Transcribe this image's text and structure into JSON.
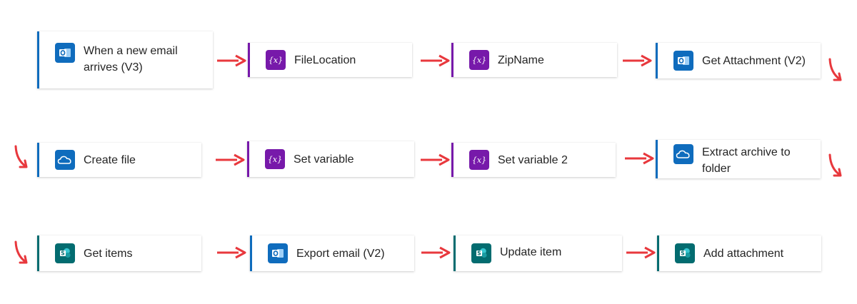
{
  "flow": {
    "rows": [
      [
        {
          "label": "When a new email arrives (V3)",
          "connector": "outlook",
          "icon": "outlook-icon"
        },
        {
          "label": "FileLocation",
          "connector": "variable",
          "icon": "variable-icon"
        },
        {
          "label": "ZipName",
          "connector": "variable",
          "icon": "variable-icon"
        },
        {
          "label": "Get Attachment (V2)",
          "connector": "outlook",
          "icon": "outlook-icon"
        }
      ],
      [
        {
          "label": "Create file",
          "connector": "onedrive",
          "icon": "onedrive-icon"
        },
        {
          "label": "Set variable",
          "connector": "variable",
          "icon": "variable-icon"
        },
        {
          "label": "Set variable 2",
          "connector": "variable",
          "icon": "variable-icon"
        },
        {
          "label": "Extract archive to folder",
          "connector": "onedrive",
          "icon": "onedrive-icon"
        }
      ],
      [
        {
          "label": "Get items",
          "connector": "sharepoint",
          "icon": "sharepoint-icon"
        },
        {
          "label": "Export email (V2)",
          "connector": "outlook",
          "icon": "outlook-icon"
        },
        {
          "label": "Update item",
          "connector": "sharepoint",
          "icon": "sharepoint-icon"
        },
        {
          "label": "Add attachment",
          "connector": "sharepoint",
          "icon": "sharepoint-icon"
        }
      ]
    ]
  },
  "colors": {
    "outlook": "#0f6cbd",
    "variable": "#7719aa",
    "onedrive": "#0f6cbd",
    "sharepoint": "#036c70",
    "arrow": "#e8383d"
  }
}
